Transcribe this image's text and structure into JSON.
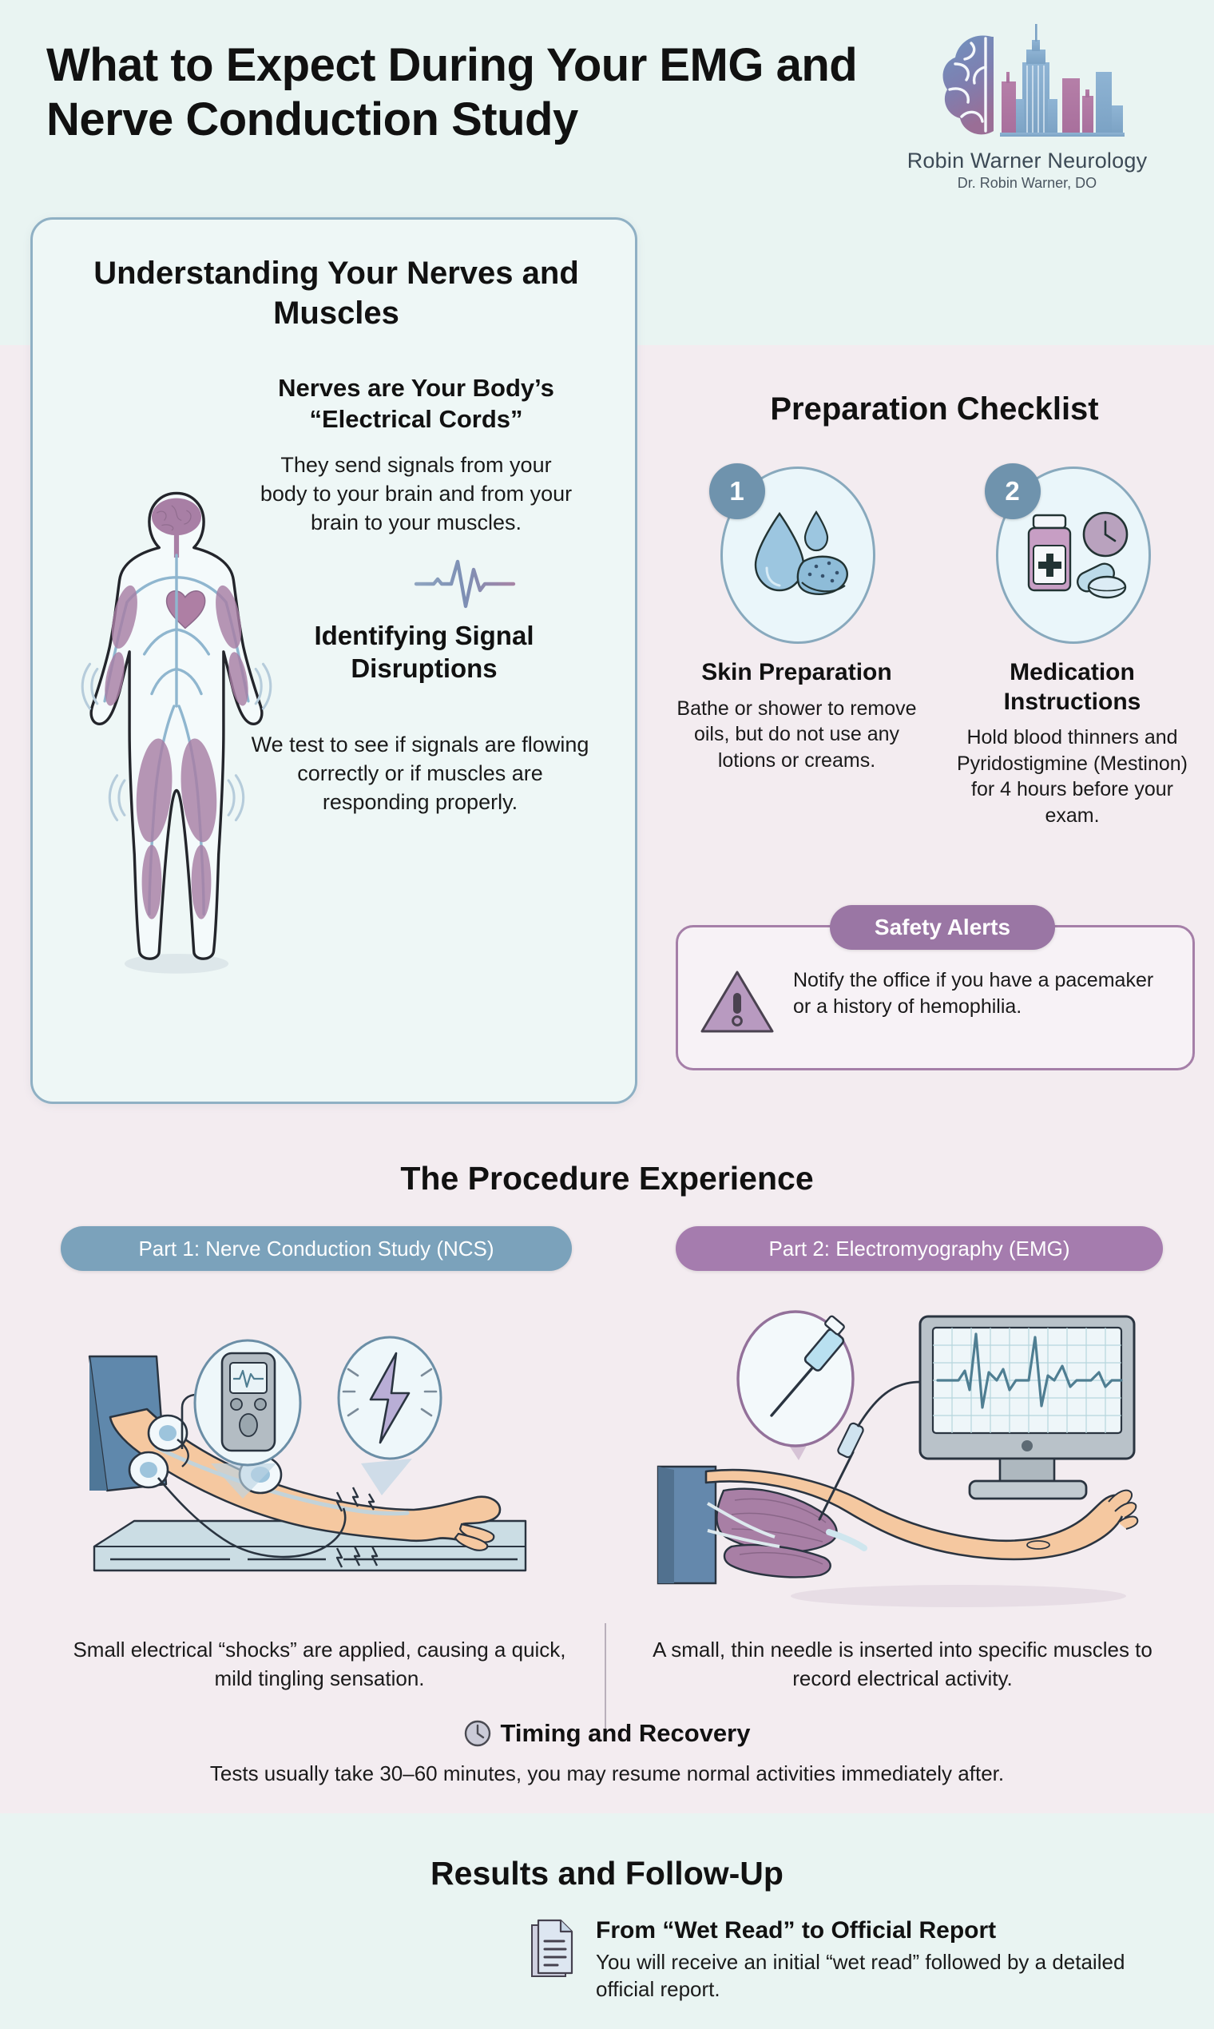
{
  "header": {
    "title": "What to Expect During Your EMG and Nerve Conduction Study",
    "logo": {
      "icon": "brain-skyline-logo",
      "practice_name": "Robin Warner Neurology",
      "doctor_name": "Dr. Robin Warner, DO"
    }
  },
  "nerve_card": {
    "title": "Understanding Your Nerves and Muscles",
    "figure_icon": "human-body-nervous-system-figure",
    "subsection_1": {
      "title": "Nerves are Your Body’s “Electrical Cords”",
      "body": "They send signals from your body to your brain and from your brain to your muscles."
    },
    "wave_icon": "emg-waveform-icon",
    "subsection_2": {
      "title": "Identifying Signal Disruptions",
      "body": "We test to see if signals are flowing correctly or if muscles are responding properly."
    }
  },
  "preparation": {
    "title": "Preparation Checklist",
    "items": [
      {
        "number": "1",
        "icon": "water-drop-sponge-icon",
        "label": "Skin Preparation",
        "body": "Bathe or shower to remove oils, but do not use any lotions or creams."
      },
      {
        "number": "2",
        "icon": "pill-bottle-clock-icon",
        "label": "Medication Instructions",
        "body": "Hold blood thinners and Pyridostigmine (Mestinon) for 4 hours before your exam."
      }
    ],
    "safety": {
      "pill_label": "Safety Alerts",
      "icon": "warning-triangle-icon",
      "body": "Notify the office if you have a pacemaker or a history of hemophilia."
    }
  },
  "procedure": {
    "title": "The Procedure Experience",
    "part1": {
      "pill_label": "Part 1: Nerve Conduction Study (NCS)",
      "illustration_icon": "arm-electrodes-stimulator-illustration",
      "caption": "Small electrical “shocks” are applied, causing a quick, mild tingling sensation."
    },
    "part2": {
      "pill_label": "Part 2: Electromyography (EMG)",
      "illustration_icon": "leg-needle-monitor-illustration",
      "caption": "A small, thin needle is inserted into specific muscles to record electrical activity."
    },
    "timing": {
      "icon": "clock-icon",
      "title": "Timing and Recovery",
      "body": "Tests usually take 30–60 minutes, you may resume normal activities immediately after."
    }
  },
  "results": {
    "title": "Results and Follow-Up",
    "icon": "document-report-icon",
    "heading": "From “Wet Read” to Official Report",
    "body": "You will receive an initial “wet read” followed by a detailed official report."
  },
  "colors": {
    "band_top": "#e9f4f2",
    "band_mid": "#f3ecf0",
    "blue_accent": "#7ba2bb",
    "purple_accent": "#a57cae",
    "card_border": "#8fb0c4",
    "number_badge": "#6f93ad"
  }
}
